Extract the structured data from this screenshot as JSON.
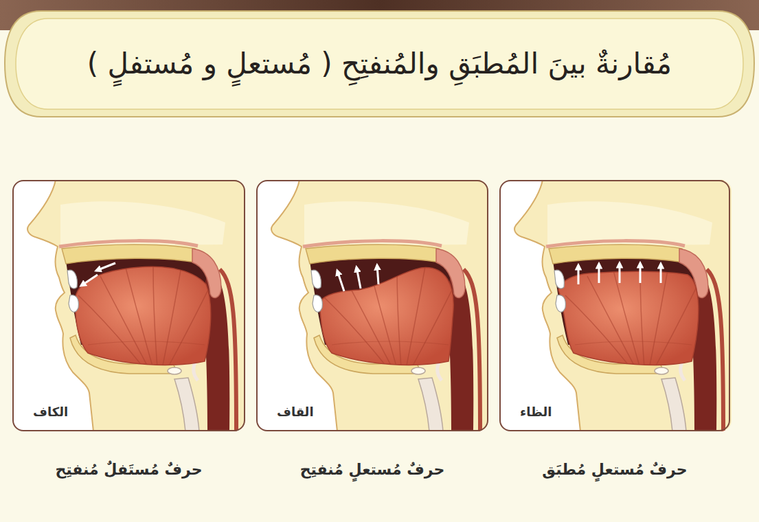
{
  "diagram": {
    "title": "مُقارنةٌ بينَ المُطبَقِ والمُنفتِحِ ( مُستعلٍ و مُستفلٍ )",
    "nodes": [
      {
        "text": [
          "الظاء",
          "حرفٌ مُستعلٍ مُطبَق"
        ]
      },
      {
        "text": [
          "القاف",
          "حرفٌ مُستعلٍ مُنفتِح"
        ]
      },
      {
        "text": [
          "الكاف",
          "حرفٌ مُستَفلٌ مُنفتِح"
        ]
      }
    ]
  }
}
